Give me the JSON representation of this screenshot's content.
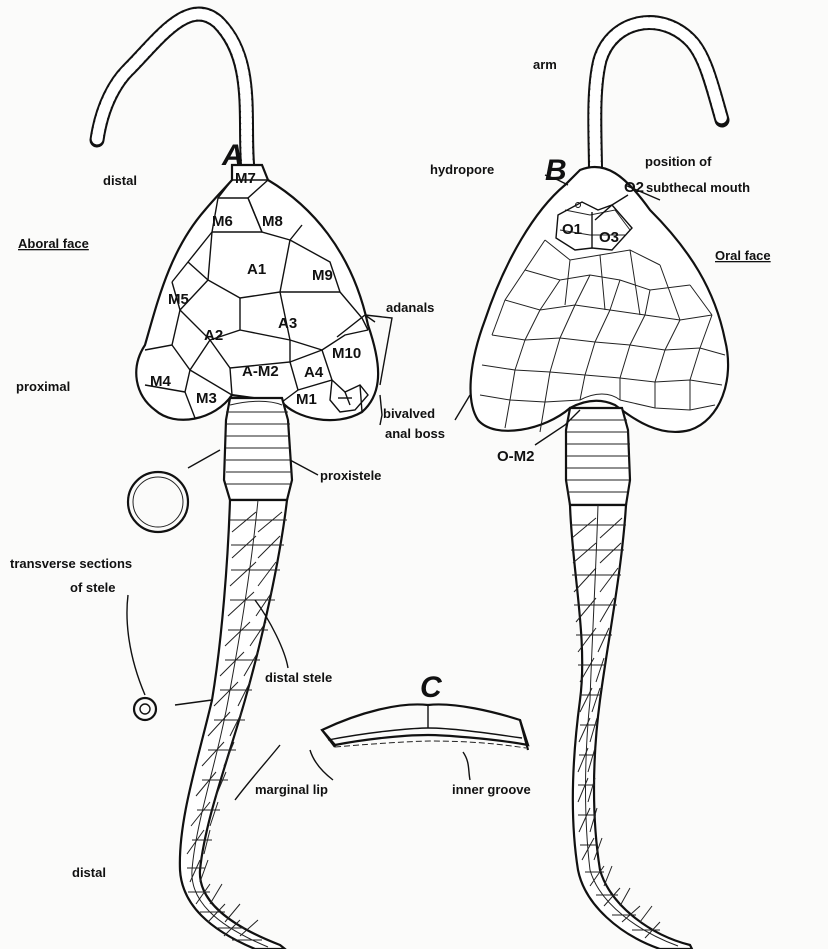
{
  "figure_letters": {
    "a": "A",
    "b": "B",
    "c": "C"
  },
  "labels": {
    "distal_top": "distal",
    "aboral_face": "Aboral face",
    "oral_face": "Oral face",
    "proximal": "proximal",
    "arm": "arm",
    "hydropore": "hydropore",
    "position_of": "position of",
    "subthecal_mouth": "subthecal mouth",
    "adanals": "adanals",
    "bivalved": "bivalved",
    "anal_boss": "anal boss",
    "proxistele": "proxistele",
    "transverse_sections": "transverse sections",
    "of_stele": "of stele",
    "distal_stele": "distal stele",
    "marginal_lip": "marginal lip",
    "inner_groove": "inner groove",
    "distal_bottom": "distal",
    "o_m2": "O-M2"
  },
  "plates_aboral": {
    "M7": "M7",
    "M6": "M6",
    "M8": "M8",
    "A1": "A1",
    "M9": "M9",
    "M5": "M5",
    "A2": "A2",
    "A3": "A3",
    "M10": "M10",
    "M4": "M4",
    "A_M2": "A-M2",
    "A4": "A4",
    "M3": "M3",
    "M1": "M1"
  },
  "plates_oral": {
    "O1": "O1",
    "O2": "O2",
    "O3": "O3"
  }
}
